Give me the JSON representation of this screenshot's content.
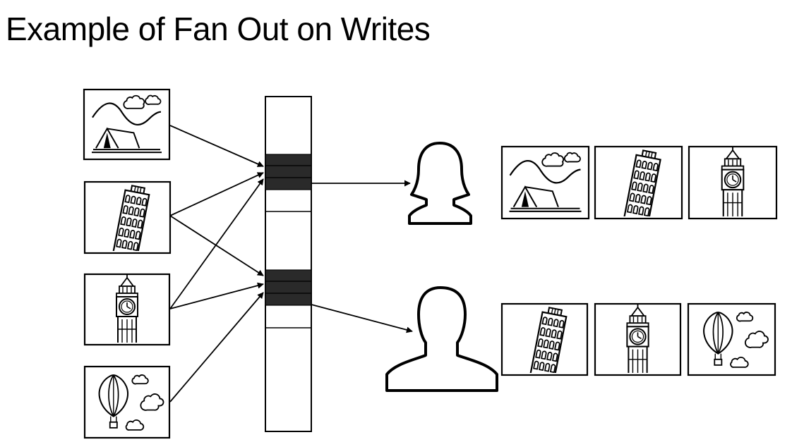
{
  "title": "Example of Fan Out on Writes",
  "colors": {
    "stroke": "#000000",
    "slot_fill": "#2a2a2a",
    "background": "#ffffff"
  },
  "source_photos": [
    "tent-landscape-photo",
    "leaning-tower-photo",
    "big-ben-photo",
    "hot-air-balloon-photo"
  ],
  "feed_timeline": {
    "filled_slots": 6,
    "groups": 2
  },
  "users": [
    {
      "icon": "woman-silhouette-icon",
      "feed": [
        "tent-landscape-photo",
        "leaning-tower-photo",
        "big-ben-photo"
      ]
    },
    {
      "icon": "man-silhouette-icon",
      "feed": [
        "leaning-tower-photo",
        "big-ben-photo",
        "hot-air-balloon-photo"
      ]
    }
  ]
}
